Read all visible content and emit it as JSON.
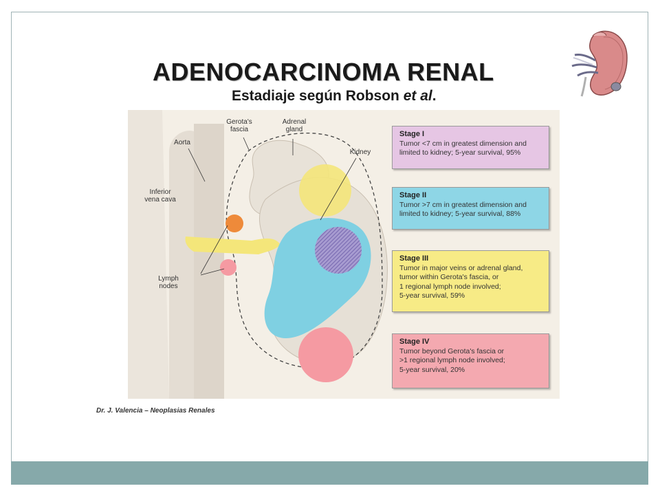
{
  "title": "ADENOCARCINOMA RENAL",
  "subtitle_main": "Estadiaje según Robson ",
  "subtitle_italic": "et al",
  "subtitle_end": ".",
  "labels": {
    "gerotas_fascia": "Gerota's\nfascia",
    "adrenal_gland": "Adrenal\ngland",
    "aorta": "Aorta",
    "kidney": "Kidney",
    "inferior_vena_cava": "Inferior\nvena cava",
    "lymph_nodes": "Lymph\nnodes"
  },
  "stages": [
    {
      "title": "Stage I",
      "text": "Tumor <7 cm in greatest dimension and\n   limited to kidney; 5-year survival, 95%",
      "color": "#e6c6e4"
    },
    {
      "title": "Stage II",
      "text": "Tumor >7 cm in greatest dimension and\n   limited to kidney; 5-year survival, 88%",
      "color": "#8ed6e6"
    },
    {
      "title": "Stage III",
      "text": "Tumor in major veins or adrenal gland,\n   tumor within Gerota's fascia, or\n   1 regional lymph node involved;\n   5-year survival, 59%",
      "color": "#f7eb86"
    },
    {
      "title": "Stage IV",
      "text": "Tumor beyond Gerota's fascia or\n   >1 regional lymph node involved;\n   5-year survival, 20%",
      "color": "#f4a9b0"
    }
  ],
  "credit": "Dr. J. Valencia – Neoplasias Renales",
  "colors": {
    "footer": "#86a9aa",
    "figure_bg": "#f4efe6",
    "tumor_yellow": "#f4e67a",
    "tumor_blue": "#7fd0e2",
    "tumor_pink": "#f59aa2",
    "tumor_purple": "#8f7fc0",
    "node_orange": "#ee8a3a"
  }
}
